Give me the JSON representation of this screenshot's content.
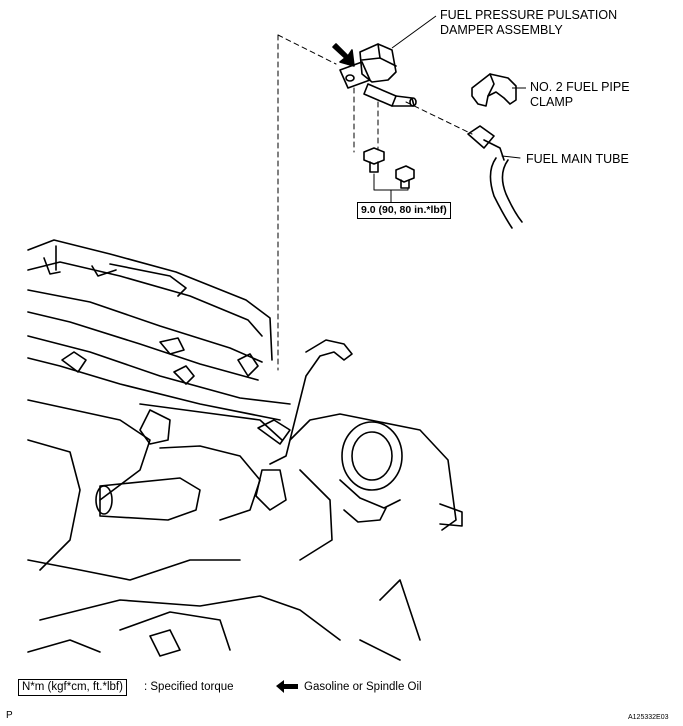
{
  "labels": {
    "damper_line1": "FUEL PRESSURE PULSATION",
    "damper_line2": "DAMPER ASSEMBLY",
    "clamp_line1": "NO. 2 FUEL PIPE",
    "clamp_line2": "CLAMP",
    "main_tube": "FUEL MAIN TUBE"
  },
  "torque": "9.0 (90, 80 in.*lbf)",
  "legend": {
    "torque_box": "N*m (kgf*cm, ft.*lbf)",
    "torque_desc": ": Specified torque",
    "oil_desc": "Gasoline or Spindle Oil"
  },
  "corner_left": "P",
  "corner_right": "A125332E03"
}
